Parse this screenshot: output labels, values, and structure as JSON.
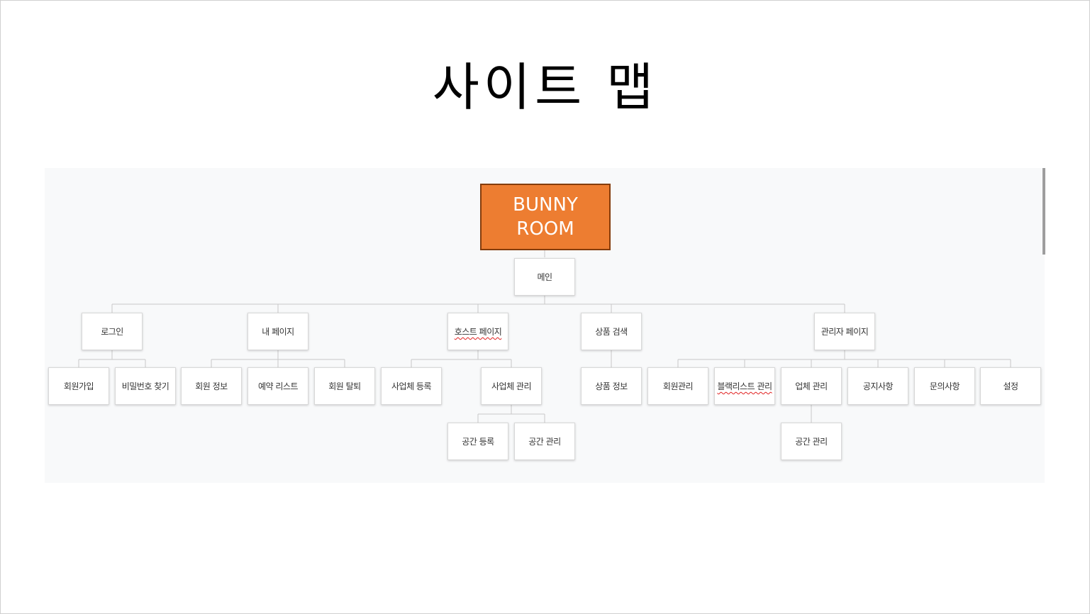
{
  "slide": {
    "title": "사이트 맵"
  },
  "sitemap": {
    "root": {
      "line1": "BUNNY",
      "line2": "ROOM"
    },
    "main": "메인",
    "sections": {
      "login": {
        "label": "로그인",
        "children": [
          "회원가입",
          "비밀번호 찾기"
        ]
      },
      "mypage": {
        "label": "내 페이지",
        "children": [
          "회원 정보",
          "예약 리스트",
          "회원 탈퇴"
        ]
      },
      "host": {
        "label": "호스트 페이지",
        "children": [
          "사업체 등록",
          "사업체 관리"
        ],
        "business_manage_children": [
          "공간 등록",
          "공간 관리"
        ]
      },
      "search": {
        "label": "상품 검색",
        "children": [
          "상품 정보"
        ]
      },
      "admin": {
        "label": "관리자 페이지",
        "children": [
          "회원관리",
          "블랙리스트 관리",
          "업체 관리",
          "공지사항",
          "문의사항",
          "설정"
        ],
        "company_manage_children": [
          "공간 관리"
        ]
      }
    }
  },
  "colors": {
    "root_fill": "#ed7d31",
    "root_border": "#843c0c",
    "panel_bg": "#f8f9fa",
    "connector": "#c8c8c8",
    "node_border": "#d8d8d8"
  }
}
